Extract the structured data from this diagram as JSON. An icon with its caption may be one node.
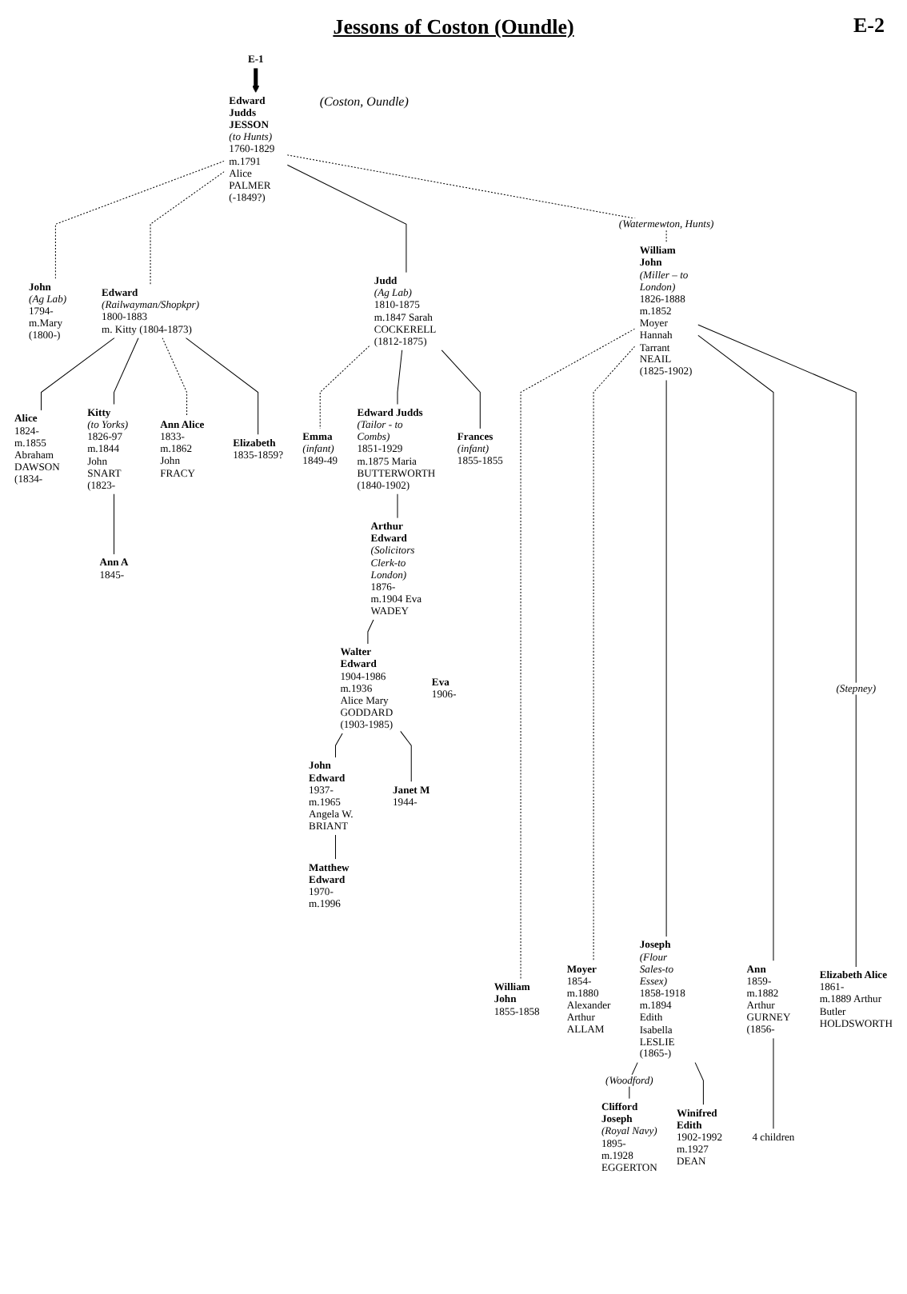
{
  "diagram": {
    "title": "Jessons of Coston (Oundle)",
    "nodes": [
      {
        "text": [
          "E-1"
        ]
      },
      {
        "text": [
          "Edward Judds JESSON",
          "(to Hunts)",
          "1760-1829",
          "m.1791 Alice PALMER (-1849?)"
        ],
        "beside": [
          "(Coston, Oundle)"
        ]
      },
      {
        "text": [
          "John",
          "(Ag Lab)",
          "1794-",
          "m.Mary (1800-)"
        ]
      },
      {
        "text": [
          "Edward",
          "(Railwayman/Shopkpr)",
          "1800-1883",
          "m. Kitty (1804-1873)"
        ]
      },
      {
        "text": [
          "Judd",
          "(Ag Lab)",
          "1810-1875",
          "m.1847 Sarah COCKERELL (1812-1875)"
        ]
      },
      {
        "text": [
          "William John",
          "(Miller – to London)",
          "1826-1888",
          "m.1852 Moyer Hannah Tarrant NEAIL (1825-1902)"
        ]
      },
      {
        "text": [
          "Alice",
          "1824-",
          "m.1855 Abraham DAWSON (1834-"
        ]
      },
      {
        "text": [
          "Kitty",
          "(to Yorks)",
          "1826-97",
          "m.1844 John SNART (1823-"
        ]
      },
      {
        "text": [
          "Ann Alice",
          "1833-",
          "m.1862 John FRACY"
        ]
      },
      {
        "text": [
          "Elizabeth",
          "1835-1859?"
        ]
      },
      {
        "text": [
          "Emma",
          "(infant)",
          "1849-49"
        ]
      },
      {
        "text": [
          "Edward Judds",
          "(Tailor - to Combs)",
          "1851-1929",
          "m.1875 Maria BUTTERWORTH (1840-1902)"
        ]
      },
      {
        "text": [
          "Frances",
          "(infant)",
          "1855-1855"
        ]
      },
      {
        "text": [
          "Ann A",
          "1845-"
        ]
      },
      {
        "text": [
          "Arthur Edward",
          "(Solicitors Clerk-to London)",
          "1876-",
          "m.1904 Eva WADEY"
        ]
      },
      {
        "text": [
          "Walter Edward",
          "1904-1986",
          "m.1936 Alice Mary GODDARD (1903-1985)"
        ]
      },
      {
        "text": [
          "Eva",
          "1906-"
        ]
      },
      {
        "text": [
          "John Edward",
          "1937-",
          "m.1965 Angela W. BRIANT"
        ]
      },
      {
        "text": [
          "Janet M",
          "1944-"
        ]
      },
      {
        "text": [
          "Matthew Edward",
          "1970-",
          "m.1996"
        ]
      },
      {
        "text": [
          "William John",
          "1855-1858"
        ]
      },
      {
        "text": [
          "Moyer",
          "1854-",
          "m.1880 Alexander Arthur ALLAM"
        ]
      },
      {
        "text": [
          "Joseph",
          "(Flour Sales-to Essex)",
          "1858-1918",
          "m.1894 Edith Isabella LESLIE (1865-)"
        ]
      },
      {
        "text": [
          "Ann",
          "1859-",
          "m.1882 Arthur GURNEY (1856-"
        ]
      },
      {
        "text": [
          "Elizabeth Alice",
          "1861-",
          "m.1889 Arthur Butler HOLDSWORTH"
        ]
      },
      {
        "text": [
          "Clifford Joseph",
          "(Royal Navy)",
          "1895-",
          "m.1928 EGGERTON"
        ]
      },
      {
        "text": [
          "Winifred Edith",
          "1902-1992",
          "m.1927 DEAN"
        ]
      },
      {
        "text": [
          "4 children"
        ]
      }
    ],
    "edges": [
      {
        "from": 0,
        "to": 1,
        "arrow": "to",
        "style": "thick"
      },
      {
        "from": 1,
        "to": 2,
        "arrow": "none",
        "style": "dashed"
      },
      {
        "from": 1,
        "to": 3,
        "arrow": "none",
        "style": "dashed"
      },
      {
        "from": 1,
        "to": 4,
        "arrow": "none"
      },
      {
        "from": 1,
        "to": 5,
        "arrow": "none",
        "style": "dashed",
        "label": "(Watermewton, Hunts)"
      },
      {
        "from": 3,
        "to": 6,
        "arrow": "none"
      },
      {
        "from": 3,
        "to": 7,
        "arrow": "none"
      },
      {
        "from": 3,
        "to": 8,
        "arrow": "none",
        "style": "dashed"
      },
      {
        "from": 3,
        "to": 9,
        "arrow": "none"
      },
      {
        "from": 4,
        "to": 10,
        "arrow": "none",
        "style": "dashed"
      },
      {
        "from": 4,
        "to": 11,
        "arrow": "none"
      },
      {
        "from": 4,
        "to": 12,
        "arrow": "none"
      },
      {
        "from": 7,
        "to": 13,
        "arrow": "none"
      },
      {
        "from": 11,
        "to": 14,
        "arrow": "none"
      },
      {
        "from": 14,
        "to": 15,
        "arrow": "none"
      },
      {
        "from": 15,
        "to": 17,
        "arrow": "none"
      },
      {
        "from": 15,
        "to": 18,
        "arrow": "none"
      },
      {
        "from": 17,
        "to": 19,
        "arrow": "none"
      },
      {
        "from": 5,
        "to": 20,
        "arrow": "none",
        "style": "dashed"
      },
      {
        "from": 5,
        "to": 21,
        "arrow": "none",
        "style": "dashed"
      },
      {
        "from": 5,
        "to": 22,
        "arrow": "none"
      },
      {
        "from": 5,
        "to": 23,
        "arrow": "none"
      },
      {
        "from": 5,
        "to": 24,
        "arrow": "none",
        "label": "(Stepney)"
      },
      {
        "from": 22,
        "to": 25,
        "arrow": "none",
        "label": "(Woodford)"
      },
      {
        "from": 22,
        "to": 26,
        "arrow": "none"
      },
      {
        "from": 23,
        "to": 27,
        "arrow": "none"
      }
    ],
    "labels": [
      "E-2"
    ]
  }
}
